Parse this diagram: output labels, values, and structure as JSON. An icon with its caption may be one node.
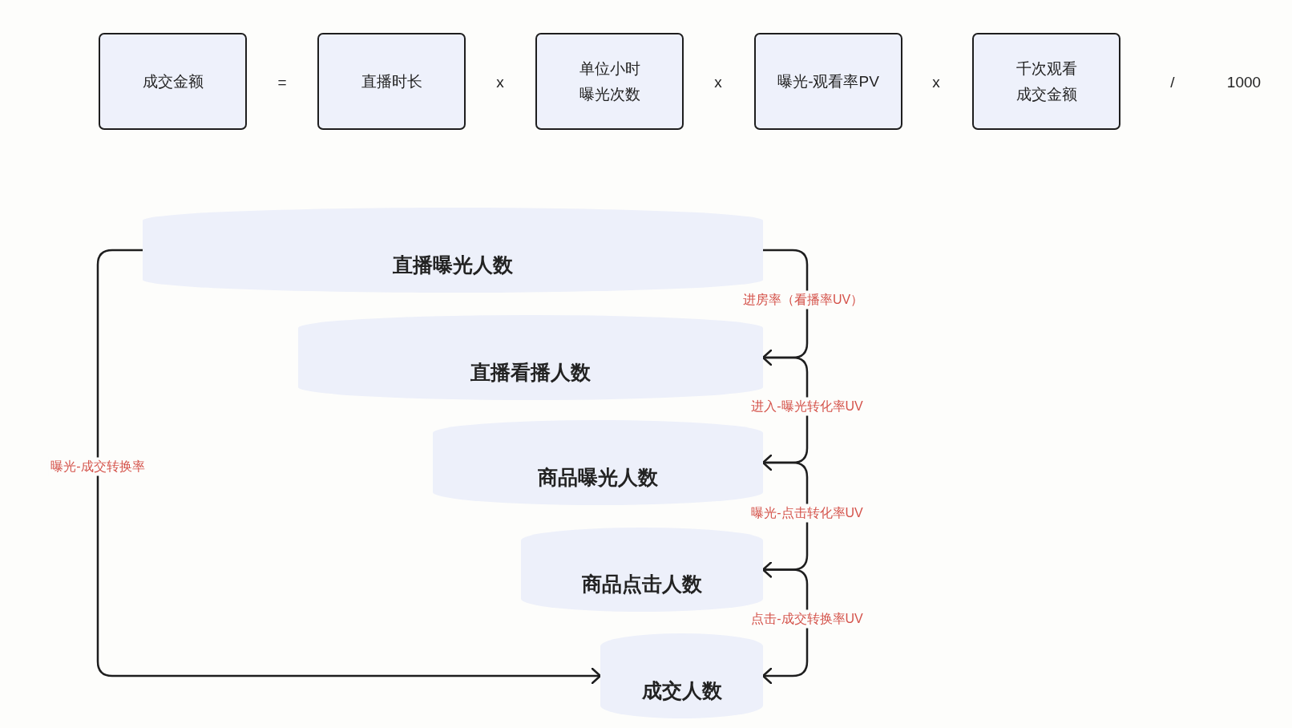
{
  "diagram": {
    "nodes": [
      {
        "text": [
          "成交金额"
        ]
      },
      {
        "text": [
          "直播时长"
        ]
      },
      {
        "text": [
          "单位小时曝光次数"
        ]
      },
      {
        "text": [
          "曝光-观看率PV"
        ]
      },
      {
        "text": [
          "千次观看成交金额"
        ]
      },
      {
        "text": [
          "直播曝光人数"
        ]
      },
      {
        "text": [
          "直播看播人数"
        ]
      },
      {
        "text": [
          "商品曝光人数"
        ]
      },
      {
        "text": [
          "商品点击人数"
        ]
      },
      {
        "text": [
          "成交人数"
        ]
      }
    ],
    "edges": [
      {
        "from": 5,
        "to": 6,
        "arrow": "to",
        "label": "进房率（看播率UV）"
      },
      {
        "from": 6,
        "to": 7,
        "arrow": "to",
        "label": "进入-曝光转化率UV"
      },
      {
        "from": 7,
        "to": 8,
        "arrow": "to",
        "label": "曝光-点击转化率UV"
      },
      {
        "from": 8,
        "to": 9,
        "arrow": "to",
        "label": "点击-成交转换率UV"
      },
      {
        "from": 5,
        "to": 9,
        "arrow": "to",
        "label": "曝光-成交转换率"
      }
    ],
    "labels": [
      "=",
      "x",
      "x",
      "x",
      "/",
      "1000"
    ]
  }
}
